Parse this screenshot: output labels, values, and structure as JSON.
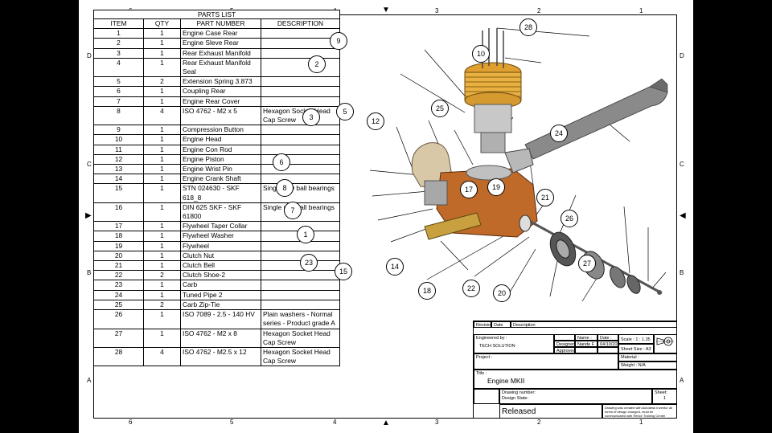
{
  "zones_top": [
    "6",
    "5",
    "4",
    "3",
    "2",
    "1"
  ],
  "zones_side": [
    "D",
    "C",
    "B",
    "A"
  ],
  "parts_list": {
    "title": "PARTS LIST",
    "headers": [
      "ITEM",
      "QTY",
      "PART NUMBER",
      "DESCRIPTION"
    ],
    "rows": [
      [
        "1",
        "1",
        "Engine Case Rear",
        ""
      ],
      [
        "2",
        "1",
        "Engine Sleve Rear",
        ""
      ],
      [
        "3",
        "1",
        "Rear Exhaust Manifold",
        ""
      ],
      [
        "4",
        "1",
        "Rear Exhaust Manifold Seal",
        ""
      ],
      [
        "5",
        "2",
        "Extension Spring 3.873",
        ""
      ],
      [
        "6",
        "1",
        "Coupling Rear",
        ""
      ],
      [
        "7",
        "1",
        "Engine Rear Cover",
        ""
      ],
      [
        "8",
        "4",
        "ISO 4762 - M2 x 5",
        "Hexagon Socket Head Cap Screw"
      ],
      [
        "9",
        "1",
        "Compression Button",
        ""
      ],
      [
        "10",
        "1",
        "Engine Head",
        ""
      ],
      [
        "11",
        "1",
        "Engine Con Rod",
        ""
      ],
      [
        "12",
        "1",
        "Engine Piston",
        ""
      ],
      [
        "13",
        "1",
        "Engine Wrist Pin",
        ""
      ],
      [
        "14",
        "1",
        "Engine Crank Shaft",
        ""
      ],
      [
        "15",
        "1",
        "STN 024630 - SKF 618_8",
        "Single row ball bearings"
      ],
      [
        "16",
        "1",
        "DIN 625 SKF - SKF 61800",
        "Single row ball bearings"
      ],
      [
        "17",
        "1",
        "Flywheel Taper Collar",
        ""
      ],
      [
        "18",
        "1",
        "Flywheel Washer",
        ""
      ],
      [
        "19",
        "1",
        "Flywheel",
        ""
      ],
      [
        "20",
        "1",
        "Clutch Nut",
        ""
      ],
      [
        "21",
        "1",
        "Clutch Bell",
        ""
      ],
      [
        "22",
        "2",
        "Clutch Shoe-2",
        ""
      ],
      [
        "23",
        "1",
        "Carb",
        ""
      ],
      [
        "24",
        "1",
        "Tuned Pipe 2",
        ""
      ],
      [
        "25",
        "2",
        "Carb Zip-Tie",
        ""
      ],
      [
        "26",
        "1",
        "ISO 7089 - 2.5 - 140 HV",
        "Plain washers - Normal series - Product grade A"
      ],
      [
        "27",
        "1",
        "ISO 4762 - M2 x 8",
        "Hexagon Socket Head Cap Screw"
      ],
      [
        "28",
        "4",
        "ISO 4762 - M2.5 x 12",
        "Hexagon Socket Head Cap Screw"
      ]
    ]
  },
  "balloons": [
    "28",
    "9",
    "10",
    "2",
    "25",
    "3",
    "5",
    "12",
    "24",
    "6",
    "8",
    "7",
    "1",
    "17",
    "19",
    "21",
    "26",
    "23",
    "15",
    "14",
    "27",
    "18",
    "22",
    "20"
  ],
  "title_block": {
    "revision": "Revision",
    "date": "Date",
    "description": "Description",
    "engineered_by": "Engineered by :",
    "company": "TECH SOLUTION",
    "name_h": "Name :",
    "date_h": "Date :",
    "designer": "Designer",
    "designer_name": "Nande F",
    "design_date": "04/10/2019",
    "approved": "Approved",
    "scale": "Scale : 1 : 1.35",
    "sheet_size": "Sheet Size : A3",
    "project": "Project :",
    "material": "Material :",
    "weight": "Weight : N/A",
    "title_label": "Title :",
    "title": "Engine MKII",
    "drawing_number": "Drawing number:",
    "design_state": "Design State:",
    "sheet_label": "Sheet:",
    "sheet": "1",
    "status": "Released",
    "note": "Drawing was created with Autodesk Inventor all forms of design changed, must be communicated with Reece Training Center"
  }
}
